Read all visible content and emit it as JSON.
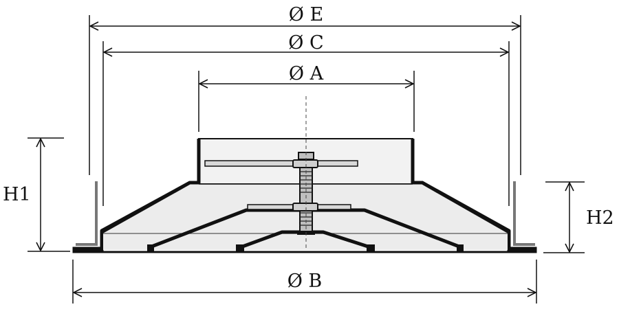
{
  "diagram": {
    "labels": {
      "dia_e": "Ø E",
      "dia_c": "Ø C",
      "dia_a": "Ø A",
      "dia_b": "Ø B",
      "h1": "H1",
      "h2": "H2"
    },
    "colors": {
      "ink": "#111111",
      "body_fill": "#e9e9e9",
      "collar_fill": "#f2f2f2",
      "bolt_fill": "#bfbfbf"
    }
  }
}
